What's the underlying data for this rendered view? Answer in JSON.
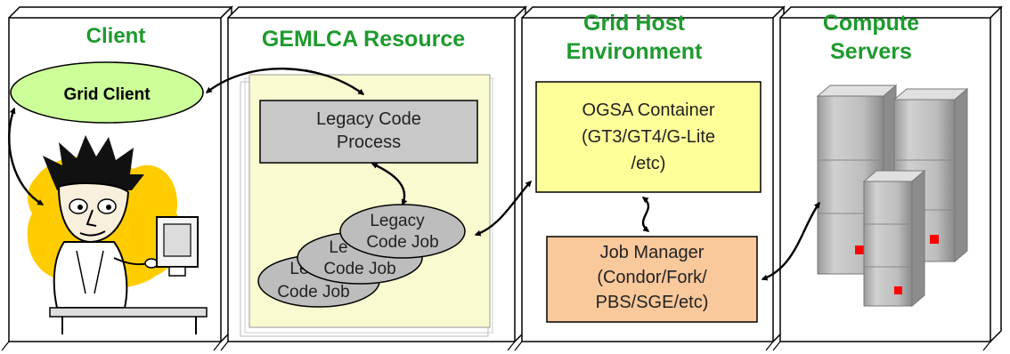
{
  "colors": {
    "title_green": "#1e9a2e",
    "resource_bg": "#fafad0",
    "legacy_process_bg": "#c8c8c8",
    "job_bg": "#bdbdbd",
    "ogsa_bg": "#ffff99",
    "job_manager_bg": "#f9c89b",
    "grid_client_bg": "#ccff99",
    "server_body": "#bcbcbc",
    "server_led": "#ff0000"
  },
  "panels": [
    {
      "id": "client",
      "title_lines": [
        "Client"
      ]
    },
    {
      "id": "resource",
      "title_lines": [
        "GEMLCA Resource"
      ]
    },
    {
      "id": "host",
      "title_lines": [
        "Grid Host",
        "Environment"
      ]
    },
    {
      "id": "compute",
      "title_lines": [
        "Compute",
        "Servers"
      ]
    }
  ],
  "grid_client": {
    "label": "Grid Client",
    "icon": "grid-client-ellipse"
  },
  "user_figure": {
    "icon": "cartoon-user-at-computer-icon"
  },
  "legacy_process": {
    "lines": [
      "Legacy Code",
      "Process"
    ]
  },
  "legacy_jobs": [
    {
      "lines": [
        "Le",
        "Code Job"
      ]
    },
    {
      "lines": [
        "Le",
        "Code Job"
      ]
    },
    {
      "lines": [
        "Legacy",
        "Code Job"
      ]
    }
  ],
  "ogsa": {
    "lines": [
      "OGSA Container",
      "(GT3/GT4/G-Lite",
      "/etc)"
    ]
  },
  "job_manager": {
    "lines": [
      "Job Manager",
      "(Condor/Fork/",
      "PBS/SGE/etc)"
    ]
  },
  "servers": {
    "icon": "server-tower-icon",
    "count": 3
  }
}
